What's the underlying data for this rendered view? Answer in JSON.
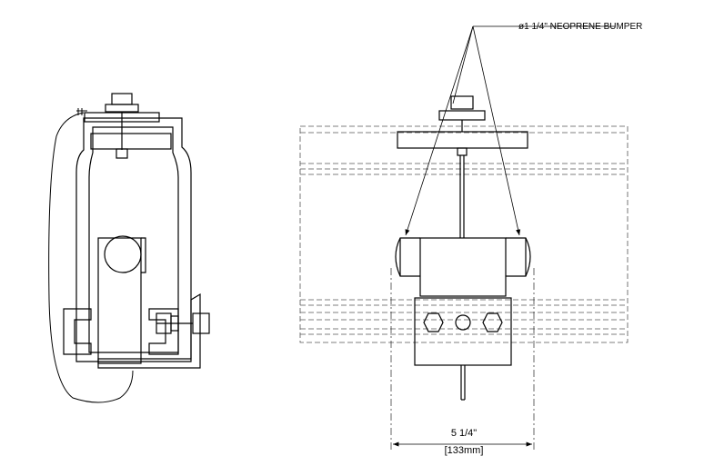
{
  "callout": {
    "bumper_label": "ø1 1/4\" NEOPRENE BUMPER"
  },
  "dimension": {
    "width_imperial": "5 1/4\"",
    "width_metric": "[133mm]"
  },
  "colors": {
    "line": "#000000",
    "hidden_line": "#555555",
    "background": "#ffffff"
  }
}
